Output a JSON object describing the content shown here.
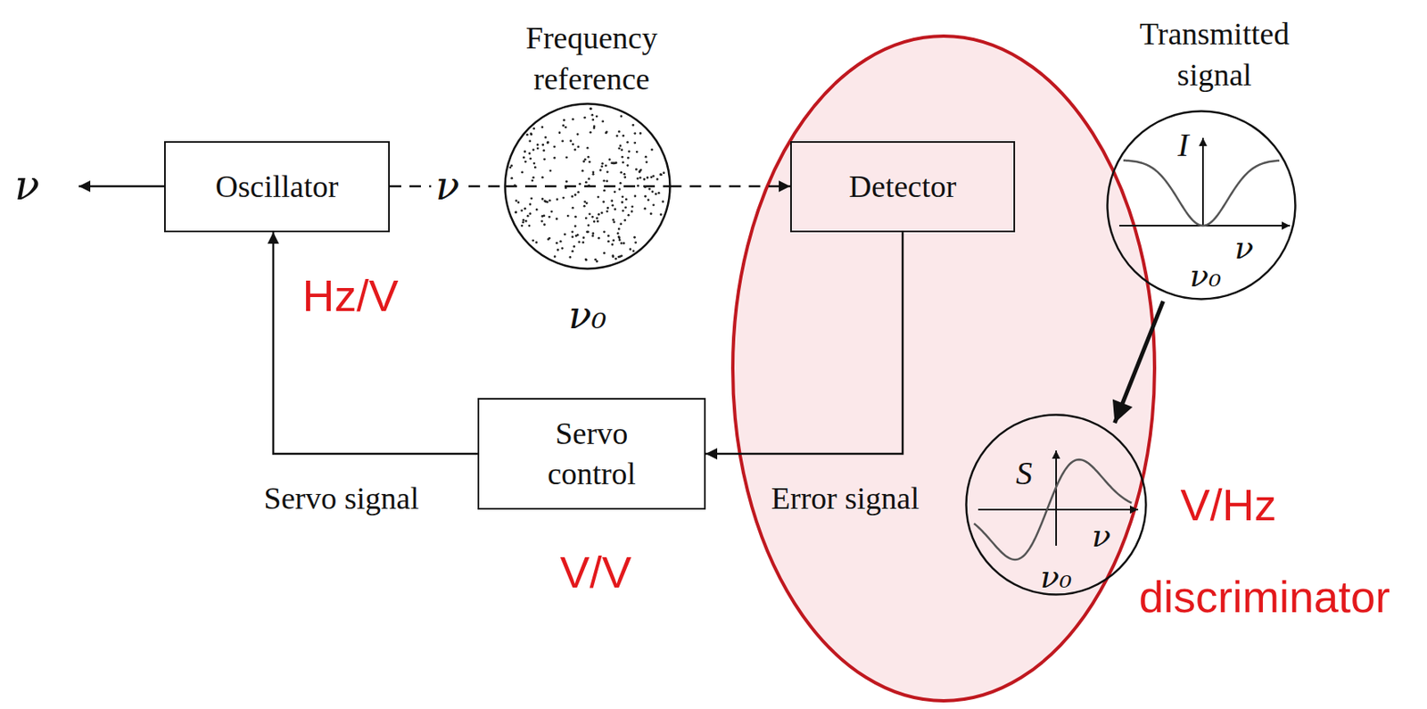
{
  "diagram": {
    "nodes": [
      {
        "text": [
          "Oscillator"
        ]
      },
      {
        "text": [
          "Frequency reference",
          "ν₀"
        ]
      },
      {
        "text": [
          "Detector"
        ]
      },
      {
        "text": [
          "Servo control"
        ]
      },
      {
        "text": [
          "Transmitted signal",
          "I",
          "ν",
          "ν₀"
        ]
      },
      {
        "text": [
          "S",
          "ν",
          "ν₀"
        ]
      }
    ],
    "edges": [
      {
        "from": 0,
        "to": 1,
        "arrow": "none",
        "label": "ν"
      },
      {
        "from": 1,
        "to": 2,
        "arrow": "to"
      },
      {
        "from": 2,
        "to": 3,
        "arrow": "to",
        "label": "Error signal"
      },
      {
        "from": 3,
        "to": 0,
        "arrow": "to",
        "label": "Servo signal"
      },
      {
        "from": 4,
        "to": 5,
        "arrow": "to"
      }
    ],
    "labels": [
      "ν",
      "Hz/V",
      "V/V",
      "V/Hz",
      "discriminator"
    ]
  }
}
